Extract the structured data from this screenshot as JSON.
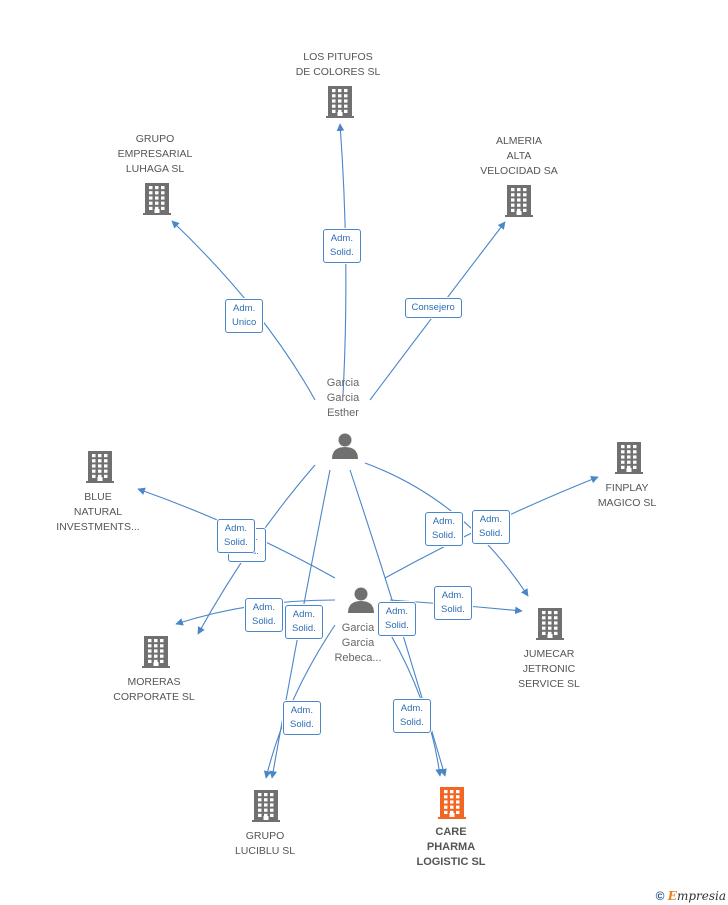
{
  "colors": {
    "edge": "#4a86c8",
    "building": "#707070",
    "focus_building": "#f26522",
    "person": "#707070"
  },
  "nodes": [
    {
      "id": "pitufos",
      "type": "company",
      "label": "LOS PITUFOS\nDE COLORES SL"
    },
    {
      "id": "luhaga",
      "type": "company",
      "label": "GRUPO\nEMPRESARIAL\nLUHAGA  SL"
    },
    {
      "id": "almeria",
      "type": "company",
      "label": "ALMERIA\nALTA\nVELOCIDAD SA"
    },
    {
      "id": "esther",
      "type": "person",
      "label": "Garcia\nGarcia\nEsther"
    },
    {
      "id": "blue",
      "type": "company",
      "label": "BLUE\nNATURAL\nINVESTMENTS..."
    },
    {
      "id": "finplay",
      "type": "company",
      "label": "FINPLAY\nMAGICO  SL"
    },
    {
      "id": "rebeca",
      "type": "person",
      "label": "Garcia\nGarcia\nRebeca..."
    },
    {
      "id": "moreras",
      "type": "company",
      "label": "MORERAS\nCORPORATE  SL"
    },
    {
      "id": "jumecar",
      "type": "company",
      "label": "JUMECAR\nJETRONIC\nSERVICE SL"
    },
    {
      "id": "luciblu",
      "type": "company",
      "label": "GRUPO\nLUCIBLU  SL"
    },
    {
      "id": "care",
      "type": "company",
      "focus": true,
      "label": "CARE\nPHARMA\nLOGISTIC SL"
    }
  ],
  "edges": [
    {
      "from": "esther",
      "to": "pitufos",
      "label": "Adm.\nSolid."
    },
    {
      "from": "esther",
      "to": "luhaga",
      "label": "Adm.\nUnico"
    },
    {
      "from": "esther",
      "to": "almeria",
      "label": "Consejero"
    },
    {
      "from": "esther",
      "to": "moreras",
      "label": "Adm.\nSolid."
    },
    {
      "from": "esther",
      "to": "jumecar",
      "label": "Adm.\nSolid."
    },
    {
      "from": "esther",
      "to": "luciblu",
      "label": "Adm.\nSolid."
    },
    {
      "from": "esther",
      "to": "care",
      "label": "Adm.\nSolid."
    },
    {
      "from": "rebeca",
      "to": "blue",
      "label": "Adm.\nSolid."
    },
    {
      "from": "rebeca",
      "to": "finplay",
      "label": "Adm.\nSolid."
    },
    {
      "from": "rebeca",
      "to": "moreras",
      "label": "Adm.\nSolid."
    },
    {
      "from": "rebeca",
      "to": "jumecar",
      "label": "Adm.\nSolid."
    },
    {
      "from": "rebeca",
      "to": "luciblu",
      "label": "Adm.\nSolid."
    },
    {
      "from": "rebeca",
      "to": "care",
      "label": "Adm.\nSolid."
    }
  ],
  "footer": {
    "copyright": "©",
    "brand_initial": "E",
    "brand_rest": "mpresia"
  }
}
